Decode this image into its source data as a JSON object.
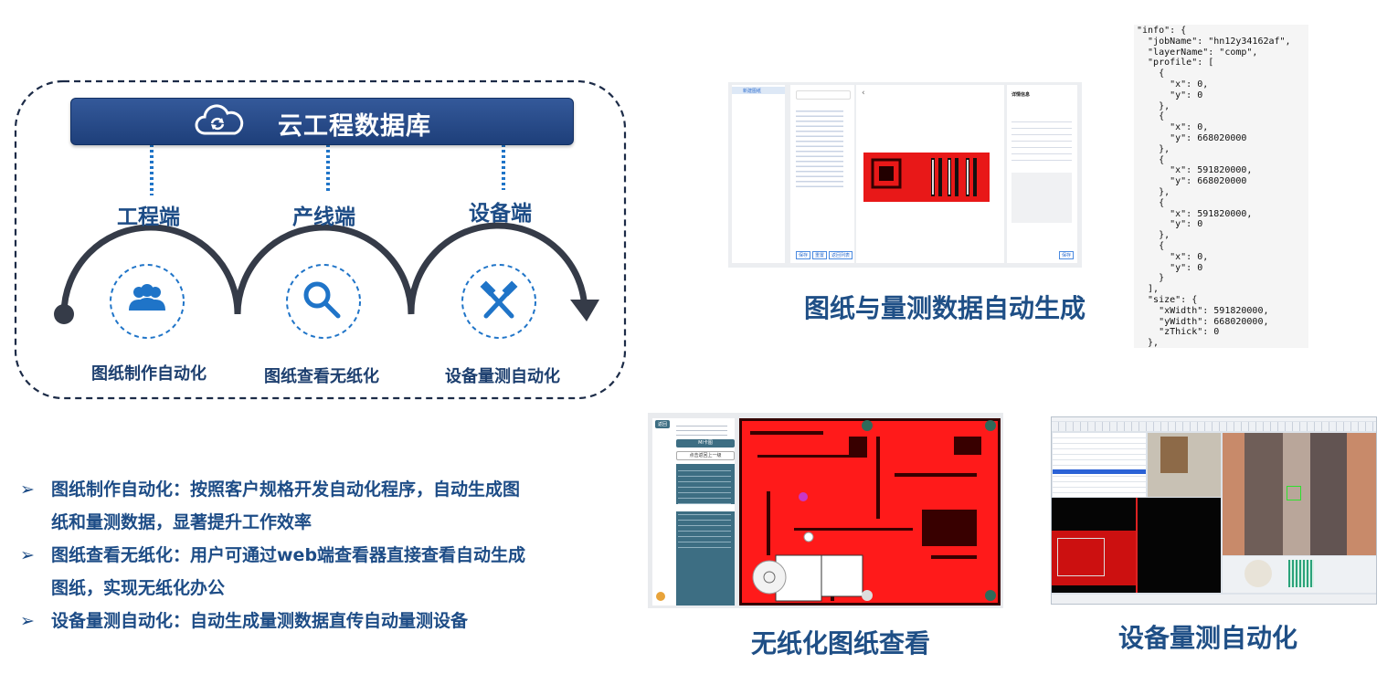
{
  "banner": {
    "title": "云工程数据库"
  },
  "tiers": [
    {
      "label": "工程端",
      "feature": "图纸制作自动化"
    },
    {
      "label": "产线端",
      "feature": "图纸查看无纸化"
    },
    {
      "label": "设备端",
      "feature": "设备量测自动化"
    }
  ],
  "bullets": [
    {
      "lines": [
        "图纸制作自动化：按照客户规格开发自动化程序，自动生成图",
        "纸和量测数据，显著提升工作效率"
      ]
    },
    {
      "lines": [
        "图纸查看无纸化：用户可通过web端查看器直接查看自动生成",
        "图纸，实现无纸化办公"
      ]
    },
    {
      "lines": [
        "设备量测自动化：自动生成量测数据直传自动量测设备"
      ]
    }
  ],
  "captions": {
    "drawing": "图纸与量测数据自动生成",
    "paperless": "无纸化图纸查看",
    "equipment": "设备量测自动化"
  },
  "json_text": "\"info\": {\n  \"jobName\": \"hn12y34162af\",\n  \"layerName\": \"comp\",\n  \"profile\": [\n    {\n      \"x\": 0,\n      \"y\": 0\n    },\n    {\n      \"x\": 0,\n      \"y\": 668020000\n    },\n    {\n      \"x\": 591820000,\n      \"y\": 668020000\n    },\n    {\n      \"x\": 591820000,\n      \"y\": 0\n    },\n    {\n      \"x\": 0,\n      \"y\": 0\n    }\n  ],\n  \"size\": {\n    \"xWidth\": 591820000,\n    \"yWidth\": 668020000,\n    \"zThick\": 0\n  },",
  "viewer": {
    "nav_item": "新建图纸",
    "buttons": [
      "保存",
      "重置",
      "返回列表"
    ],
    "panel_title": "详情信息",
    "panel_button": "保存"
  },
  "paperless_ui": {
    "back": "返回",
    "primary_button": "MI卡图",
    "secondary_button": "点击返回上一级"
  },
  "colors": {
    "accent": "#1d4c86",
    "banner": "#2a4f8f",
    "pcb_red": "#ff1a1a"
  }
}
